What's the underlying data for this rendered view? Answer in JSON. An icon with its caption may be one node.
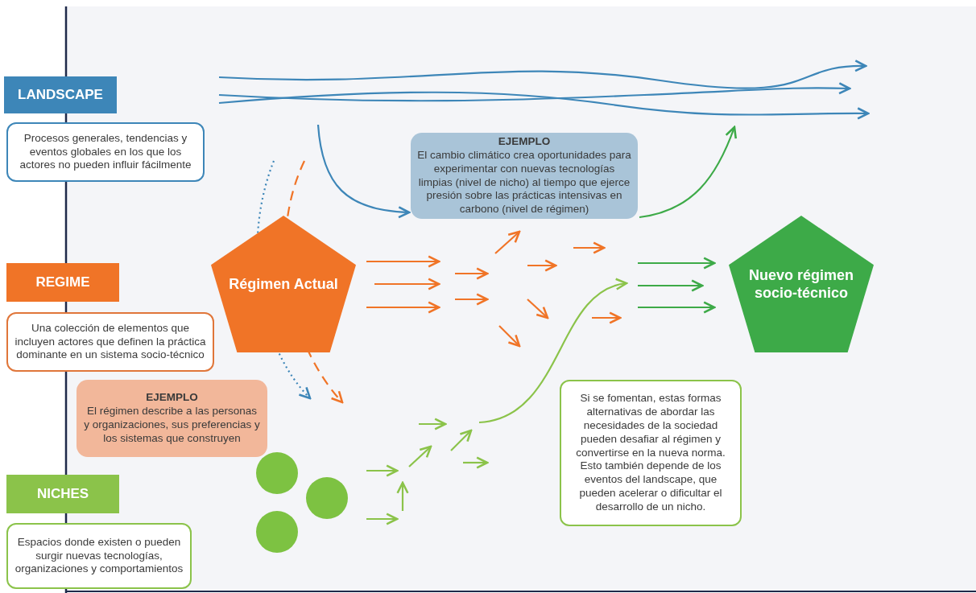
{
  "diagram": {
    "nodes": [
      {
        "text": [
          "LANDSCAPE"
        ]
      },
      {
        "text": [
          "Procesos generales, tendencias y eventos globales en los que los actores no pueden influir fácilmente"
        ]
      },
      {
        "text": [
          "EJEMPLO",
          "El cambio climático crea oportunidades para experimentar con nuevas tecnologías limpias (nivel de nicho) al tiempo que ejerce presión sobre las prácticas intensivas en carbono (nivel de régimen)"
        ]
      },
      {
        "text": [
          "REGIME"
        ]
      },
      {
        "text": [
          "Una colección de elementos que incluyen actores que definen la práctica dominante en un sistema socio-técnico"
        ]
      },
      {
        "text": [
          "EJEMPLO",
          "El régimen describe a las personas y organizaciones, sus preferencias y los sistemas que construyen"
        ]
      },
      {
        "text": [
          "NICHES"
        ]
      },
      {
        "text": [
          "Espacios donde existen o pueden surgir nuevas tecnologías, organizaciones y comportamientos"
        ]
      },
      {
        "text": [
          "Régimen Actual"
        ]
      },
      {
        "text": [
          "Nuevo régimen socio-técnico"
        ]
      },
      {
        "text": [],
        "shape": "circle"
      },
      {
        "text": [],
        "shape": "circle"
      },
      {
        "text": [],
        "shape": "circle"
      },
      {
        "text": [
          "Si se fomentan, estas formas alternativas de abordar las necesidades de la sociedad pueden desafiar al régimen y convertirse en la nueva norma. Esto también depende de los eventos del landscape, que pueden acelerar o dificultar el desarrollo de un nicho."
        ]
      }
    ],
    "edges": [
      {
        "from": null,
        "to": 2,
        "arrow": "to",
        "color": "#3d86b8"
      },
      {
        "from": 2,
        "to": null,
        "arrow": "to",
        "color": "#3daa48"
      }
    ]
  }
}
